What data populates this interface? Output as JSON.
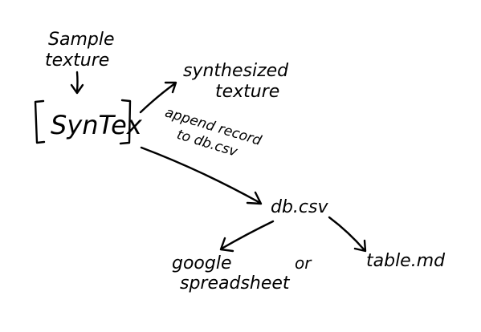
{
  "diagram": {
    "input_label_line1": "Sample",
    "input_label_line2": "texture",
    "tool_name": "SynTex",
    "output_label_line1": "synthesized",
    "output_label_line2": "texture",
    "edge_label_line1": "append record",
    "edge_label_line2": "to db.csv",
    "db_label": "db.csv",
    "left_target_line1": "google",
    "left_target_line2": "spreadsheet",
    "connector_word": "or",
    "right_target": "table.md"
  },
  "colors": {
    "ink": "#000000",
    "background": "#ffffff"
  }
}
